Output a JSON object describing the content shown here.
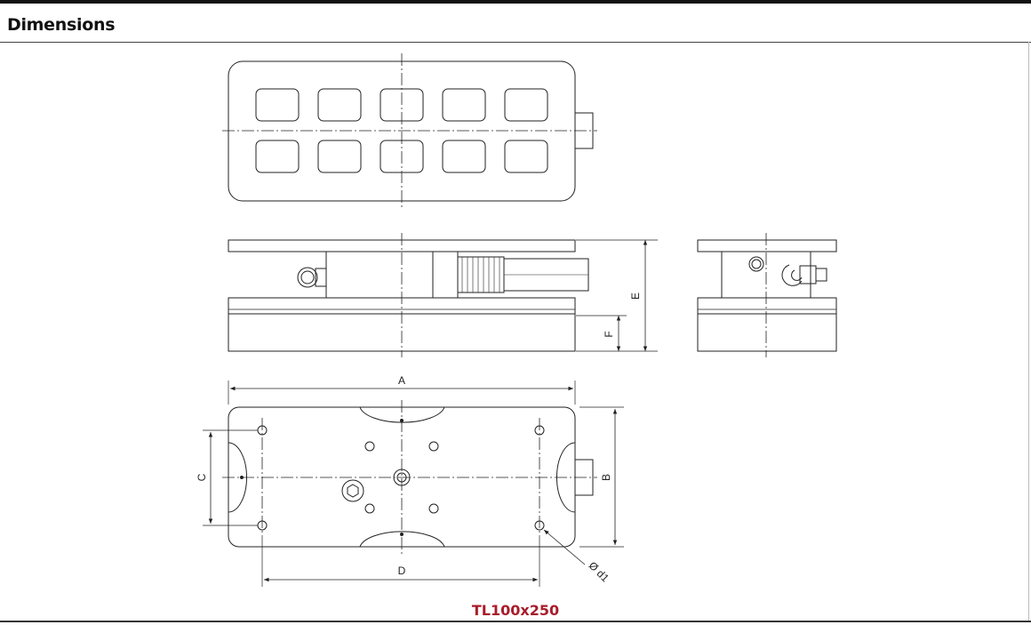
{
  "header": {
    "title": "Dimensions"
  },
  "dimensions": {
    "A": "A",
    "B": "B",
    "C": "C",
    "D": "D",
    "E": "E",
    "F": "F",
    "d1": "Ø d1"
  },
  "model": {
    "name": "TL100x250"
  }
}
